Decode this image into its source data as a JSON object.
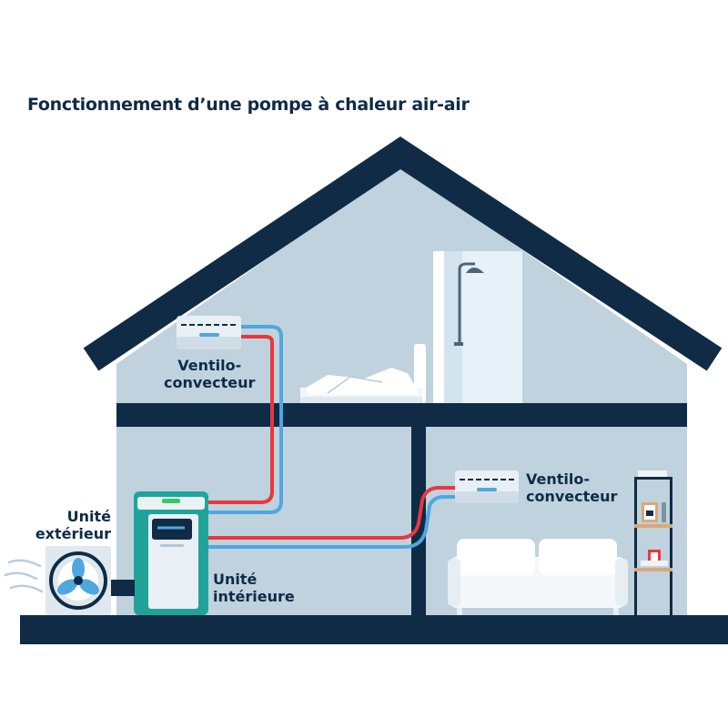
{
  "title": "Fonctionnement d’une pompe à chaleur air-air",
  "labels": {
    "ventilo_upper": {
      "line1": "Ventilo-",
      "line2": "convecteur"
    },
    "ventilo_lower": {
      "line1": "Ventilo-",
      "line2": "convecteur"
    },
    "outdoor_unit": {
      "line1": "Unité",
      "line2": "extérieur"
    },
    "indoor_unit": {
      "line1": "Unité",
      "line2": "intérieure"
    }
  },
  "colors": {
    "structure": "#0f2b46",
    "wall": "#bfd2de",
    "hot_pipe": "#e8383d",
    "cold_pipe": "#4ea8df",
    "indoor_unit_teal": "#22a39a"
  }
}
